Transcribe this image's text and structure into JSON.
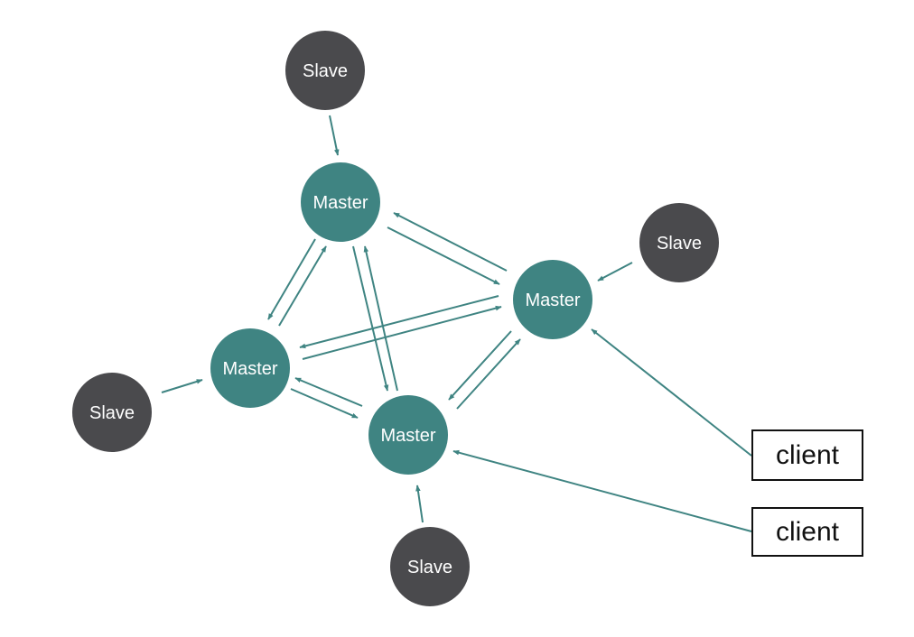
{
  "diagram": {
    "colors": {
      "master": "#3f8482",
      "slave": "#4a4a4d",
      "edge": "#3f8482",
      "client_border": "#111111",
      "text_light": "#ffffff"
    },
    "masters": [
      {
        "id": "m1",
        "label": "Master"
      },
      {
        "id": "m2",
        "label": "Master"
      },
      {
        "id": "m3",
        "label": "Master"
      },
      {
        "id": "m4",
        "label": "Master"
      }
    ],
    "slaves": [
      {
        "id": "s1",
        "label": "Slave",
        "replicates": "m1"
      },
      {
        "id": "s2",
        "label": "Slave",
        "replicates": "m2"
      },
      {
        "id": "s3",
        "label": "Slave",
        "replicates": "m3"
      },
      {
        "id": "s4",
        "label": "Slave",
        "replicates": "m4"
      }
    ],
    "clients": [
      {
        "id": "c1",
        "label": "client",
        "connects": "m2"
      },
      {
        "id": "c2",
        "label": "client",
        "connects": "m4"
      }
    ],
    "master_links": [
      [
        "m1",
        "m2"
      ],
      [
        "m1",
        "m3"
      ],
      [
        "m1",
        "m4"
      ],
      [
        "m2",
        "m3"
      ],
      [
        "m2",
        "m4"
      ],
      [
        "m3",
        "m4"
      ]
    ]
  }
}
